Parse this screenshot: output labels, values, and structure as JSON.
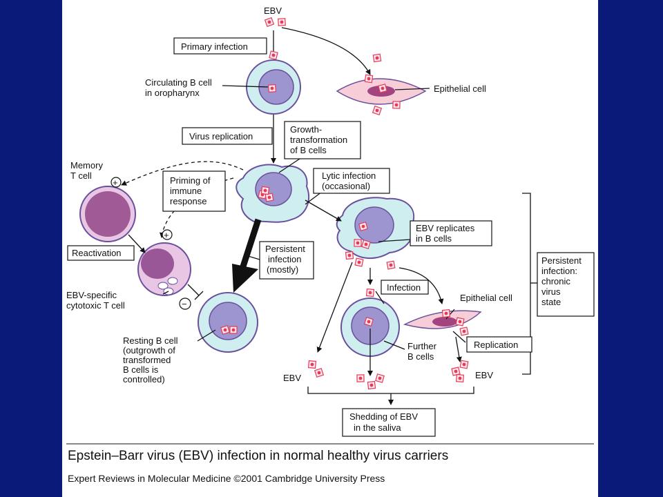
{
  "labels": {
    "ebv_top": "EBV",
    "primary_infection": "Primary infection",
    "circulating_b_cell": [
      "Circulating B cell",
      "in oropharynx"
    ],
    "epithelial_cell_top": "Epithelial cell",
    "virus_replication": "Virus replication",
    "growth_transformation": [
      "Growth-",
      "transformation",
      "of B cells"
    ],
    "memory_t_cell": [
      "Memory",
      "T cell"
    ],
    "priming": [
      "Priming of",
      "immune",
      "response"
    ],
    "lytic_infection": [
      "Lytic infection",
      "(occasional)"
    ],
    "ebv_replicates": [
      "EBV replicates",
      "in B cells"
    ],
    "reactivation": "Reactivation",
    "persistent_mostly": [
      "Persistent",
      "infection",
      "(mostly)"
    ],
    "persistent_chronic": [
      "Persistent",
      "infection:",
      "chronic",
      "virus",
      "state"
    ],
    "ebv_specific": [
      "EBV-specific",
      "cytotoxic T cell"
    ],
    "infection": "Infection",
    "epithelial_cell_lower": "Epithelial cell",
    "replication": "Replication",
    "resting_b_cell": [
      "Resting B cell",
      "(outgrowth of",
      "transformed",
      "B cells is",
      "controlled)"
    ],
    "further_b_cells": [
      "Further",
      "B cells"
    ],
    "ebv_left": "EBV",
    "ebv_right": "EBV",
    "shedding": [
      "Shedding of EBV",
      "in the saliva"
    ],
    "plus": "+",
    "minus": "−"
  },
  "title": "Epstein–Barr virus (EBV) infection in normal healthy virus carriers",
  "credit": "Expert Reviews in Molecular Medicine ©2001 Cambridge University Press",
  "colors": {
    "background": "#0a1a78",
    "cell_outer": "#cfeef0",
    "cell_outline": "#6a4f9c",
    "nucleus": "#9c95cf",
    "memory_cell": "#a05a96",
    "cytotoxic_outer": "#e9c7e4",
    "cytotoxic_nucleus": "#9a5797",
    "epithelial": "#f7cdd8",
    "epithelial_nucleus": "#a4447f",
    "virion": "#e23b5a"
  }
}
